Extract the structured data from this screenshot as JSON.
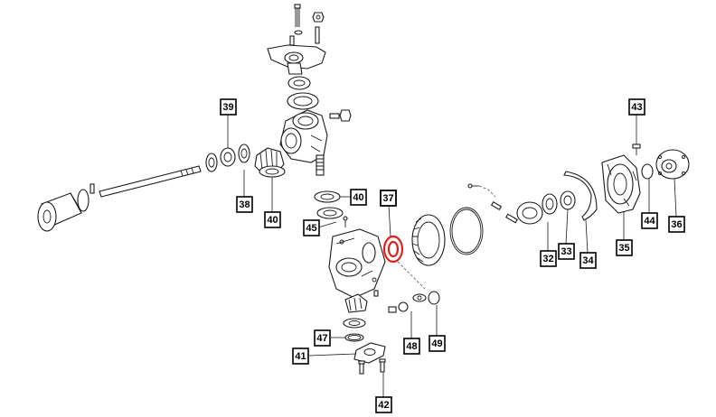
{
  "highlight_color": "#e0201f",
  "callouts": [
    {
      "id": "39",
      "label": "39"
    },
    {
      "id": "38",
      "label": "38"
    },
    {
      "id": "40a",
      "label": "40"
    },
    {
      "id": "40b",
      "label": "40"
    },
    {
      "id": "45",
      "label": "45"
    },
    {
      "id": "37",
      "label": "37",
      "highlighted": true
    },
    {
      "id": "47",
      "label": "47"
    },
    {
      "id": "41",
      "label": "41"
    },
    {
      "id": "42",
      "label": "42"
    },
    {
      "id": "48",
      "label": "48"
    },
    {
      "id": "49",
      "label": "49"
    },
    {
      "id": "43",
      "label": "43"
    },
    {
      "id": "44",
      "label": "44"
    },
    {
      "id": "36",
      "label": "36"
    },
    {
      "id": "35",
      "label": "35"
    },
    {
      "id": "34",
      "label": "34"
    },
    {
      "id": "33",
      "label": "33"
    },
    {
      "id": "32",
      "label": "32"
    }
  ]
}
